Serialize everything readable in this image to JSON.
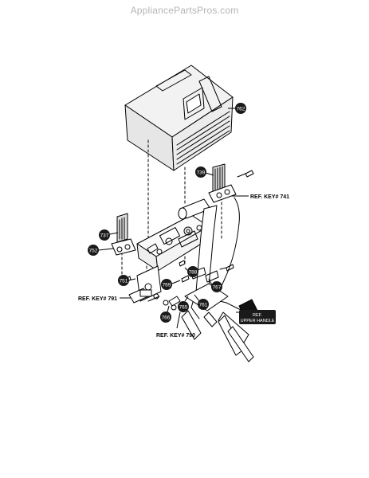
{
  "watermark": "AppliancePartsPros.com",
  "callouts": {
    "c762": "762",
    "c739": "739",
    "c737": "737",
    "c752": "752",
    "c751": "751",
    "c788": "788",
    "c769": "769",
    "c767": "767",
    "c761": "761",
    "c766": "766",
    "c765": "765"
  },
  "refs": {
    "key741": "REF. KEY# 741",
    "key791": "REF. KEY# 791",
    "key790": "REF. KEY# 790",
    "upper_handle_line1": "REF.",
    "upper_handle_line2": "UPPER HANDLE"
  },
  "colors": {
    "line": "#000000",
    "callout_fill": "#1a1a1a",
    "callout_text": "#ffffff",
    "watermark": "#b5b5b5"
  }
}
